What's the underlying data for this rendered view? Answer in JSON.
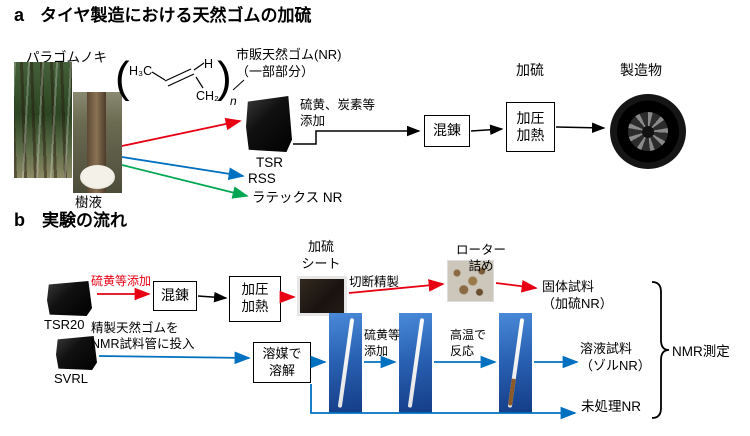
{
  "colors": {
    "red": "#e60012",
    "blue": "#0070c0",
    "green": "#00a651",
    "black": "#000000"
  },
  "panel_a": {
    "panel_label": "a",
    "title": "タイヤ製造における天然ゴムの加硫",
    "tree_label": "パラゴムノキ",
    "sap_label": "樹液",
    "chem_structure": {
      "h3c": "H₃C",
      "h": "H",
      "ch2": "CH₂",
      "n": "n",
      "open_paren": "(",
      "close_paren": ")"
    },
    "commercial_nr_label": "市販天然ゴム(NR)\n（一部部分）",
    "tsr_label": "TSR",
    "rss_label": "RSS",
    "latex_label": "ラテックス NR",
    "additives_label": "硫黄、炭素等\n添加",
    "kneading_box": "混錬",
    "press_heat_box": "加圧\n加熱",
    "vulcanization_label": "加硫",
    "product_label": "製造物"
  },
  "panel_b": {
    "panel_label": "b",
    "title": "実験の流れ",
    "tsr20_label": "TSR20",
    "svrl_label": "SVRL",
    "sulfur_add_label": "硫黄等添加",
    "kneading_box": "混錬",
    "press_heat_box": "加圧\n加熱",
    "sheet_label": "加硫\nシート",
    "cutting_label": "切断精製",
    "rotor_label": "ローター\n詰め",
    "solid_sample_label": "固体試料\n（加硫NR）",
    "purified_note": "精製天然ゴムを\nNMR試料管に投入",
    "dissolve_box": "溶媒で\n溶解",
    "sulfur_add2_label": "硫黄等\n添加",
    "high_temp_label": "高温で\n反応",
    "solution_sample_label": "溶液試料\n（ゾルNR）",
    "untreated_label": "未処理NR",
    "nmr_label": "NMR測定"
  }
}
